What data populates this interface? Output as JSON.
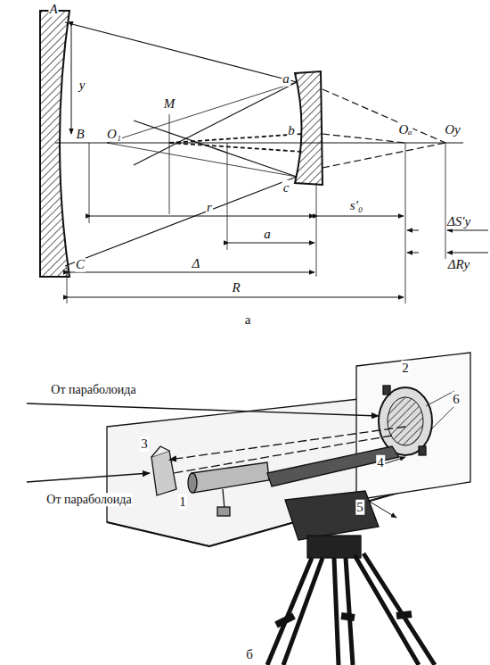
{
  "diagram": {
    "labels": [
      "A",
      "y",
      "B",
      "O₁",
      "M",
      "a",
      "b",
      "c",
      "C",
      "r",
      "s'₀",
      "Oₐ",
      "Oy",
      "ΔS'y",
      "ΔRy",
      "a",
      "Δ",
      "R",
      "а",
      "От параболоида",
      "От параболоида",
      "1",
      "2",
      "3",
      "4",
      "5",
      "6",
      "б"
    ]
  }
}
